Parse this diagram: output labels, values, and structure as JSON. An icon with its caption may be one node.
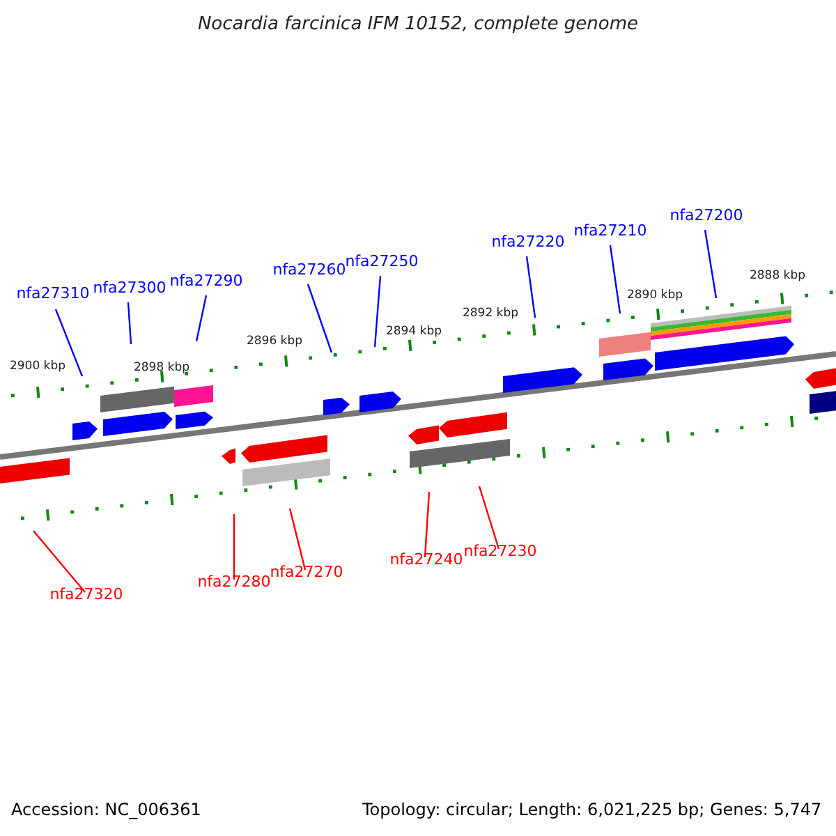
{
  "diagram": {
    "title": "Nocardia farcinica IFM 10152, complete genome",
    "nodes": [
      {
        "text": [
          "nfa27310"
        ]
      },
      {
        "text": [
          "nfa27300"
        ]
      },
      {
        "text": [
          "nfa27290"
        ]
      },
      {
        "text": [
          "nfa27260"
        ]
      },
      {
        "text": [
          "nfa27250"
        ]
      },
      {
        "text": [
          "nfa27220"
        ]
      },
      {
        "text": [
          "nfa27210"
        ]
      },
      {
        "text": [
          "nfa27200"
        ]
      },
      {
        "text": [
          "nfa27320"
        ]
      },
      {
        "text": [
          "nfa27280"
        ]
      },
      {
        "text": [
          "nfa27270"
        ]
      },
      {
        "text": [
          "nfa27240"
        ]
      },
      {
        "text": [
          "nfa27230"
        ]
      }
    ],
    "edges": [
      {
        "from": 0,
        "to": null,
        "arrow": "none"
      },
      {
        "from": 1,
        "to": null,
        "arrow": "none"
      },
      {
        "from": 2,
        "to": null,
        "arrow": "none"
      },
      {
        "from": 3,
        "to": null,
        "arrow": "none"
      },
      {
        "from": 4,
        "to": null,
        "arrow": "none"
      },
      {
        "from": 5,
        "to": null,
        "arrow": "none"
      },
      {
        "from": 6,
        "to": null,
        "arrow": "none"
      },
      {
        "from": 7,
        "to": null,
        "arrow": "none"
      },
      {
        "from": 8,
        "to": null,
        "arrow": "none",
        "color": "#ff0000"
      },
      {
        "from": 9,
        "to": null,
        "arrow": "none",
        "color": "#ff0000"
      },
      {
        "from": 10,
        "to": null,
        "arrow": "none",
        "color": "#ff0000"
      },
      {
        "from": 11,
        "to": null,
        "arrow": "none",
        "color": "#ff0000"
      },
      {
        "from": 12,
        "to": null,
        "arrow": "none",
        "color": "#ff0000"
      }
    ],
    "labels": [
      "2888 kbp",
      "2890 kbp",
      "2892 kbp",
      "2894 kbp",
      "2896 kbp",
      "2898 kbp",
      "2900 kbp",
      "Accession: NC_006361",
      "Topology: circular; Length: 6,021,225 bp; Genes: 5,747"
    ]
  }
}
